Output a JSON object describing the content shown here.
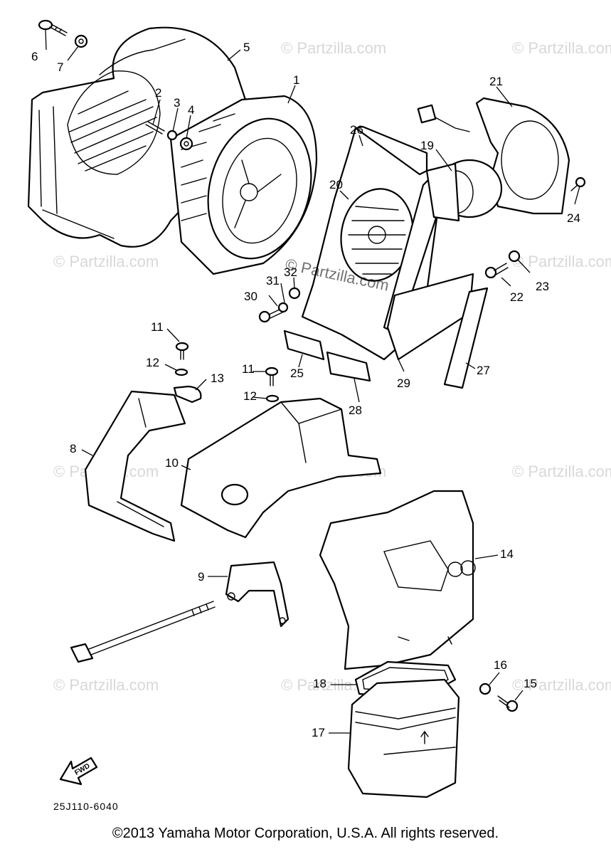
{
  "watermark_text": "© Partzilla.com",
  "diagram_code": "25J110-6040",
  "fwd_label": "FWD",
  "copyright": "©2013  Yamaha Motor Corporation, U.S.A. All rights reserved.",
  "callouts": {
    "c1": "1",
    "c2": "2",
    "c3": "3",
    "c4": "4",
    "c5": "5",
    "c6": "6",
    "c7": "7",
    "c8": "8",
    "c9": "9",
    "c10": "10",
    "c11a": "11",
    "c11b": "11",
    "c12a": "12",
    "c12b": "12",
    "c13": "13",
    "c14": "14",
    "c15": "15",
    "c16": "16",
    "c17": "17",
    "c18": "18",
    "c19": "19",
    "c20": "20",
    "c21": "21",
    "c22": "22",
    "c23": "23",
    "c24": "24",
    "c25": "25",
    "c26": "26",
    "c27": "27",
    "c28": "28",
    "c29": "29",
    "c30": "30",
    "c31": "31",
    "c32": "32"
  }
}
